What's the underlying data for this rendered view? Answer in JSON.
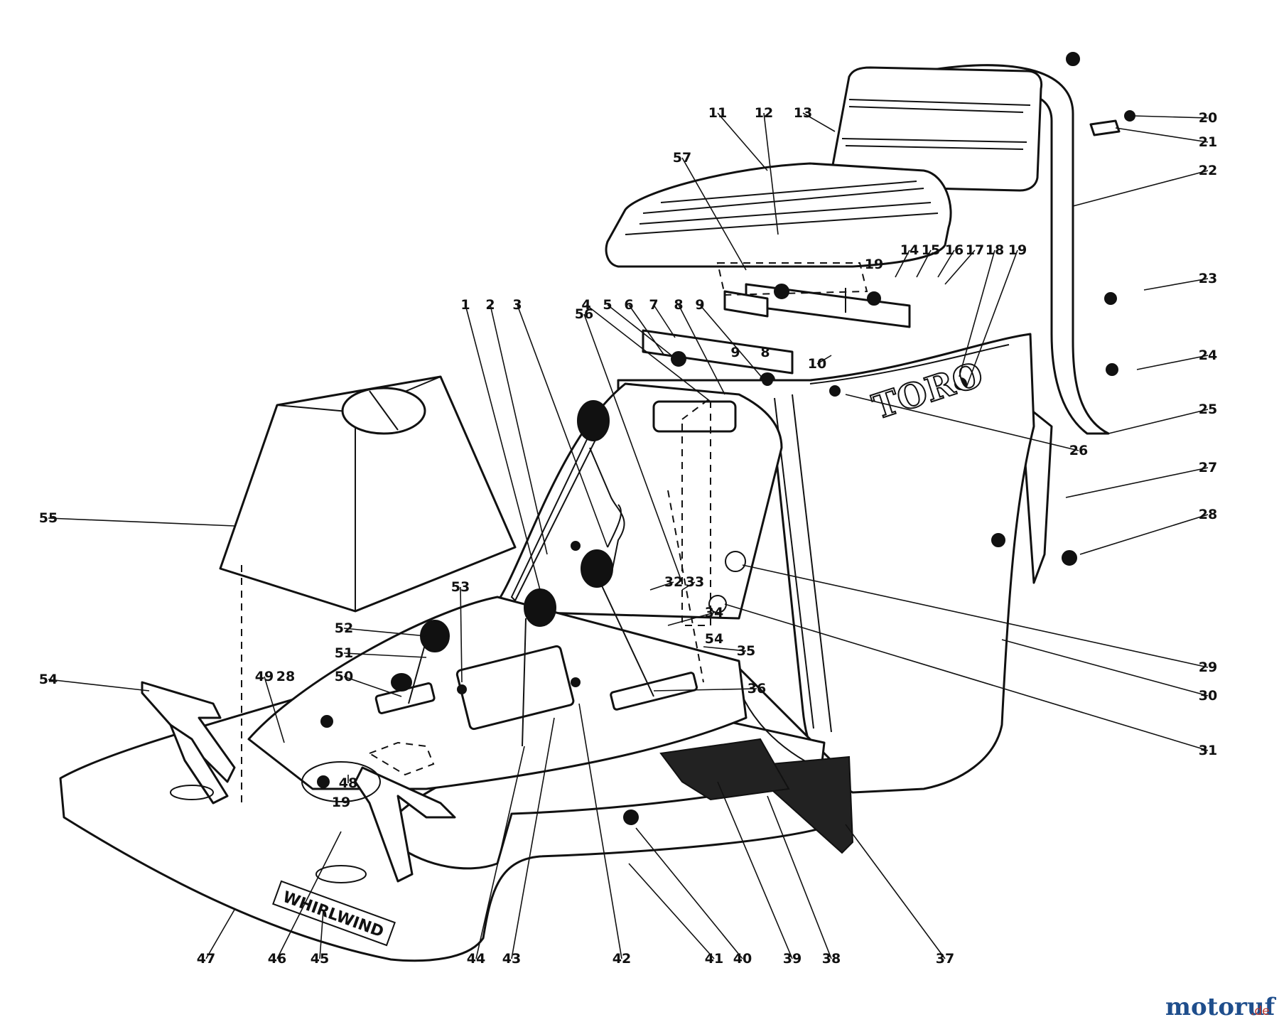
{
  "diagram": {
    "brand_text": "TORO",
    "plate_text": "WHIRLWIND",
    "watermark": {
      "main": "motoruf",
      "suffix": ".de"
    },
    "callouts": [
      "1",
      "2",
      "3",
      "4",
      "5",
      "6",
      "7",
      "8",
      "9",
      "10",
      "11",
      "12",
      "13",
      "14",
      "15",
      "16",
      "17",
      "18",
      "19",
      "20",
      "21",
      "22",
      "23",
      "24",
      "25",
      "26",
      "27",
      "28",
      "29",
      "30",
      "31",
      "32",
      "33",
      "34",
      "35",
      "36",
      "37",
      "38",
      "39",
      "40",
      "41",
      "42",
      "43",
      "44",
      "45",
      "46",
      "47",
      "48",
      "49",
      "50",
      "51",
      "52",
      "53",
      "54",
      "55",
      "56",
      "57"
    ],
    "extra_callouts": {
      "8b": "8",
      "9b": "9",
      "19b": "19",
      "28b": "28",
      "54b": "54",
      "19c": "19"
    }
  }
}
